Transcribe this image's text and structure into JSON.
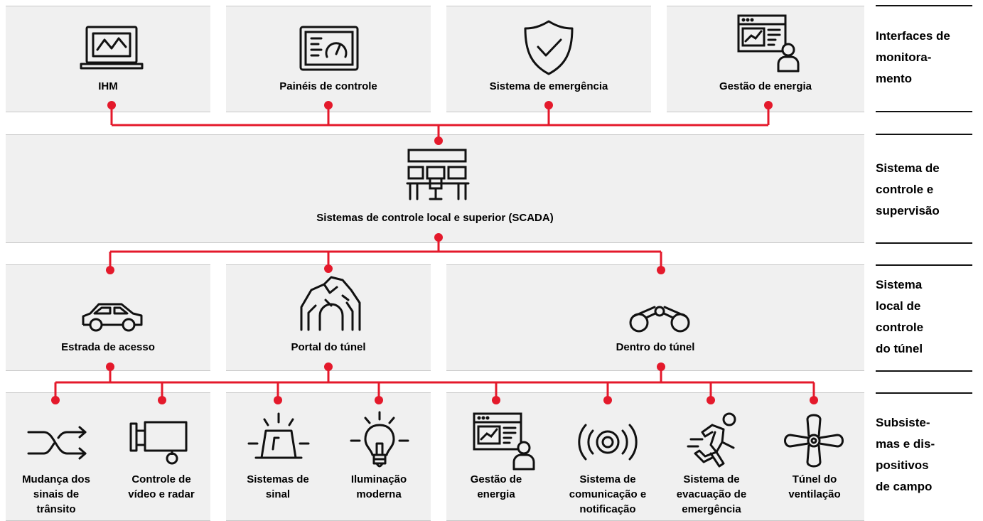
{
  "colors": {
    "wire": "#e4192b",
    "panel": "#f0f0f0",
    "icon": "#111111"
  },
  "row1": {
    "items": [
      {
        "label": "IHM",
        "icon": "laptop-chart-icon"
      },
      {
        "label": "Painéis de controle",
        "icon": "control-panel-gauge-icon"
      },
      {
        "label": "Sistema de emergência",
        "icon": "shield-check-icon"
      },
      {
        "label": "Gestão de energia",
        "icon": "dashboard-user-icon"
      }
    ]
  },
  "row2": {
    "label": "Sistemas de controle local e superior (SCADA)",
    "icon": "control-room-icon"
  },
  "row3": {
    "items": [
      {
        "label": "Estrada de acesso",
        "icon": "car-icon"
      },
      {
        "label": "Portal do túnel",
        "icon": "tunnel-portal-icon"
      },
      {
        "label": "Dentro do túnel",
        "icon": "binoculars-icon"
      }
    ]
  },
  "row4": {
    "items": [
      {
        "label": "Mudança dos\nsinais de\ntrânsito",
        "icon": "shuffle-arrows-icon"
      },
      {
        "label": "Controle de\nvídeo e radar",
        "icon": "camera-icon"
      },
      {
        "label": "Sistemas de\nsinal",
        "icon": "beacon-light-icon"
      },
      {
        "label": "Iluminação\nmoderna",
        "icon": "light-bulb-icon"
      },
      {
        "label": "Gestão de\nenergia",
        "icon": "dashboard-user-icon"
      },
      {
        "label": "Sistema de\ncomunicação e\nnotificação",
        "icon": "broadcast-icon"
      },
      {
        "label": "Sistema de\nevacuação de\nemergência",
        "icon": "running-person-icon"
      },
      {
        "label": "Túnel do\nventilação",
        "icon": "fan-icon"
      }
    ]
  },
  "sidebar": {
    "levels": [
      "Interfaces de\nmonitora-\nmento",
      "Sistema de\ncontrole e\nsupervisão",
      "Sistema\nlocal de\ncontrole\ndo túnel",
      "Subsiste-\nmas e dis-\npositivos\nde campo"
    ]
  }
}
